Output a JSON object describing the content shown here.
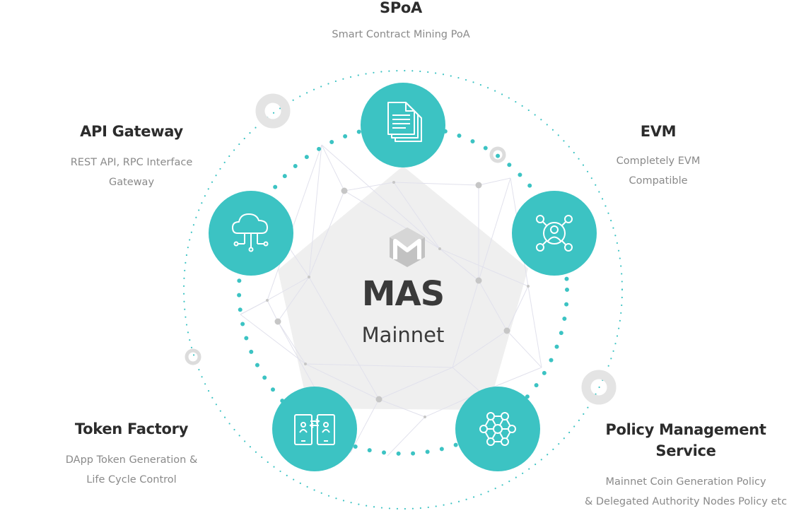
{
  "center": {
    "title": "MAS",
    "subtitle": "Mainnet",
    "logo_icon": "mas-logo-icon"
  },
  "features": [
    {
      "id": "spoa",
      "title": "SPoA",
      "description": [
        "Smart Contract Mining PoA"
      ],
      "icon": "documents-icon"
    },
    {
      "id": "evm",
      "title": "EVM",
      "description": [
        "Completely EVM",
        "Compatible"
      ],
      "icon": "user-network-icon"
    },
    {
      "id": "policy",
      "title": [
        "Policy Management",
        "Service"
      ],
      "description": [
        "Mainnet Coin Generation Policy",
        "& Delegated Authority Nodes Policy etc"
      ],
      "icon": "node-mesh-icon"
    },
    {
      "id": "token",
      "title": "Token Factory",
      "description": [
        "DApp Token Generation &",
        "Life Cycle Control"
      ],
      "icon": "phone-exchange-icon"
    },
    {
      "id": "api",
      "title": "API Gateway",
      "description": [
        "REST API, RPC Interface",
        "Gateway"
      ],
      "icon": "cloud-network-icon"
    }
  ],
  "colors": {
    "accent": "#3cc3c3",
    "text": "#2c2c2c",
    "muted": "#8a8a8a",
    "pentagon": "#f0f0f0",
    "decor_ring": "#e2e2e2"
  }
}
